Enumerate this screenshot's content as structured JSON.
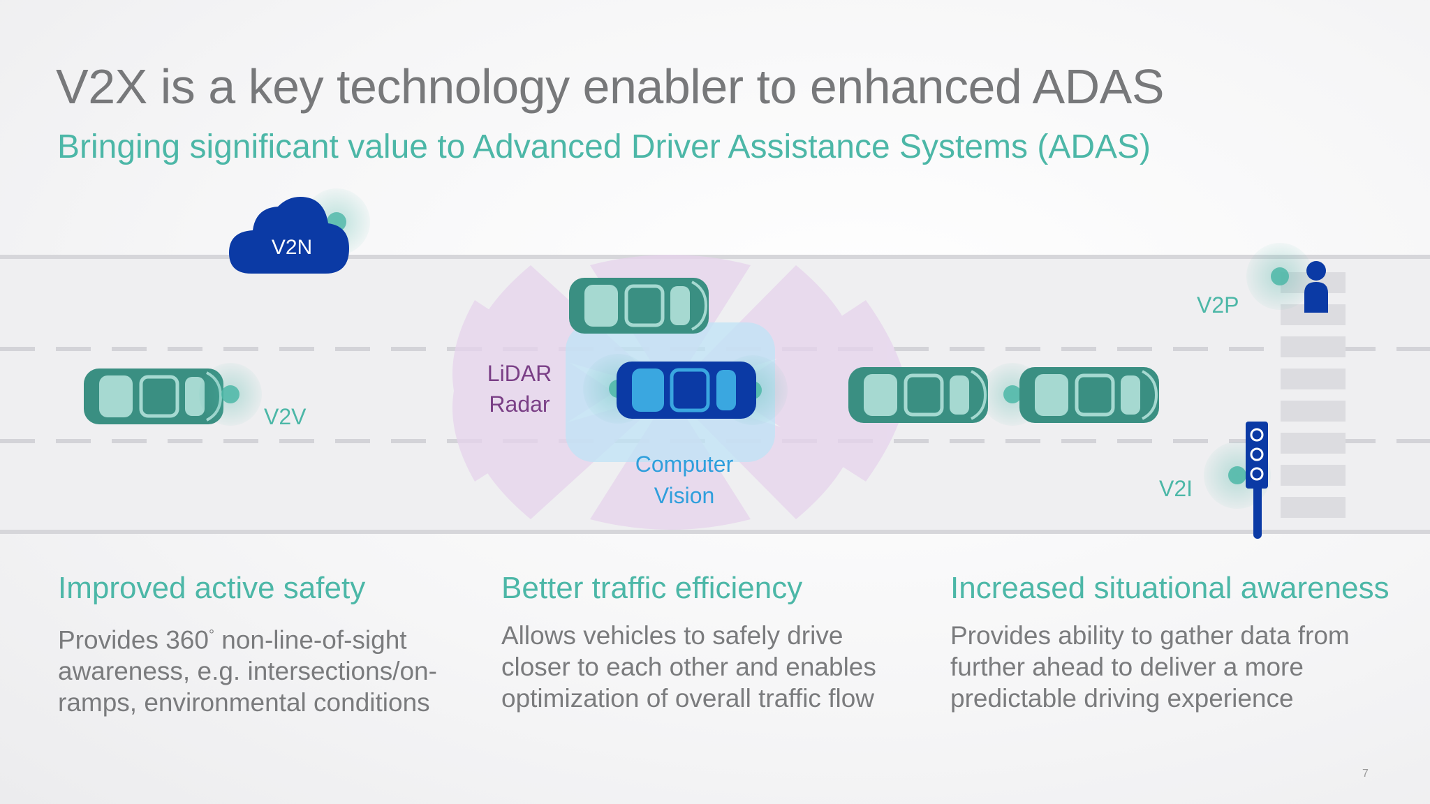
{
  "header": {
    "title": "V2X is a key technology enabler to enhanced ADAS",
    "subtitle": "Bringing significant value to Advanced Driver Assistance Systems (ADAS)"
  },
  "diagram": {
    "v2n": "V2N",
    "v2v": "V2V",
    "v2p": "V2P",
    "v2i": "V2I",
    "lidar_line1": "LiDAR",
    "lidar_line2": "Radar",
    "vision_line1": "Computer",
    "vision_line2": "Vision"
  },
  "columns": [
    {
      "heading": "Improved active safety",
      "body_part1": "Provides 360",
      "body_degree": "°",
      "body_part2": " non-line-of-sight\nawareness, e.g. intersections/on-\nramps, environmental conditions"
    },
    {
      "heading": "Better traffic efficiency",
      "body": "Allows vehicles to safely drive\ncloser to each other and enables\noptimization of overall traffic flow"
    },
    {
      "heading": "Increased situational awareness",
      "body": "Provides ability to gather data from\nfurther ahead to deliver a more\npredictable driving experience"
    }
  ],
  "page_number": "7",
  "colors": {
    "teal": "#4cb7a7",
    "teal_car": "#3a8f82",
    "navy": "#0b3aa5",
    "purple": "#7a3f86",
    "cyan": "#2f9fdc",
    "gray_text": "#77787a"
  }
}
